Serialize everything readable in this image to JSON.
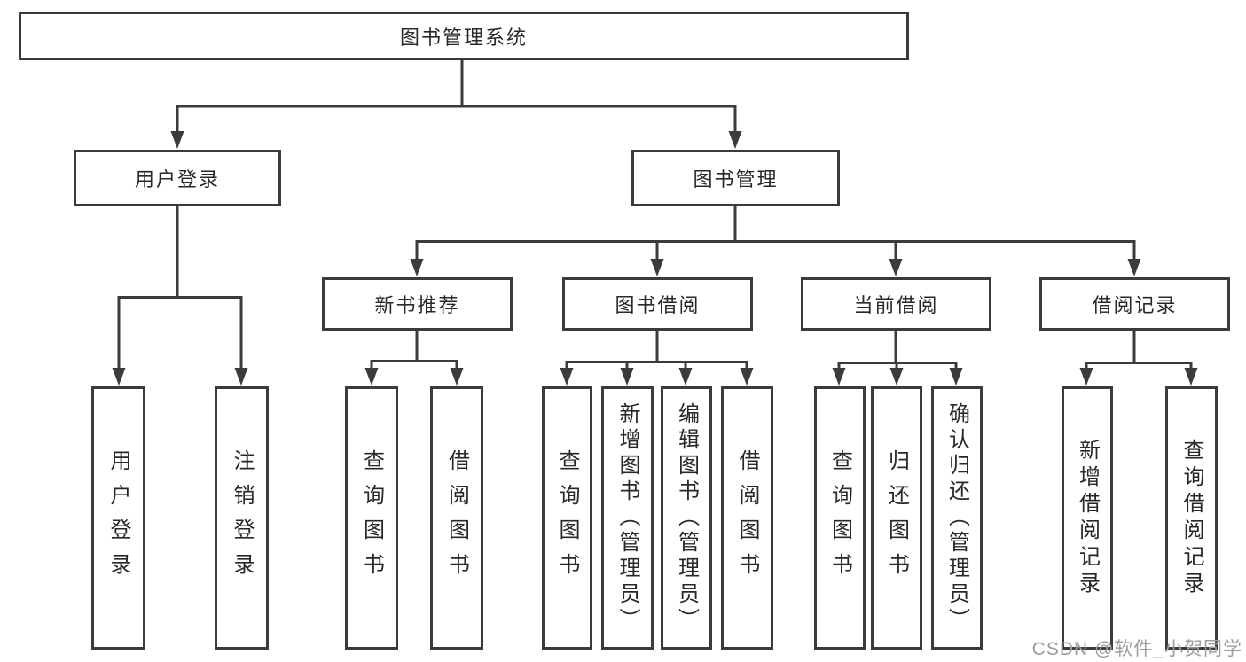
{
  "diagram": {
    "root": "图书管理系统",
    "branches": {
      "user": {
        "label": "用户登录",
        "children": [
          "用户登录",
          "注销登录"
        ]
      },
      "mgmt": {
        "label": "图书管理"
      }
    },
    "groups": [
      {
        "label": "新书推荐",
        "children": [
          "查询图书",
          "借阅图书"
        ]
      },
      {
        "label": "图书借阅",
        "children": [
          "查询图书",
          "新增图书（管理员）",
          "编辑图书（管理员）",
          "借阅图书"
        ]
      },
      {
        "label": "当前借阅",
        "children": [
          "查询图书",
          "归还图书",
          "确认归还（管理员）"
        ]
      },
      {
        "label": "借阅记录",
        "children": [
          "新增借阅记录",
          "查询借阅记录"
        ]
      }
    ]
  },
  "watermark": "CSDN @软件_小贺同学",
  "colors": {
    "line": "#3b3b3b",
    "text": "#282828",
    "watermark": "#9d9d9d"
  }
}
